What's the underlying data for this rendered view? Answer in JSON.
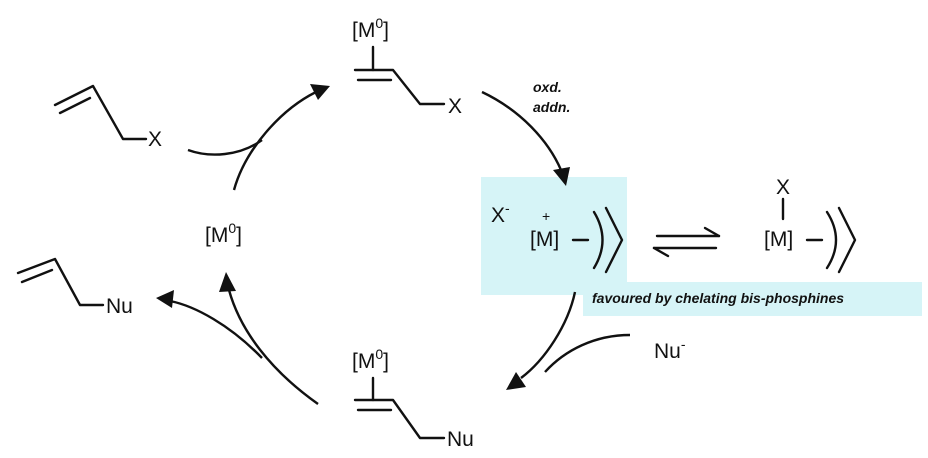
{
  "colors": {
    "highlight": "#d6f4f7",
    "ink": "#111111",
    "background": "#ffffff"
  },
  "catalyst": {
    "metal": "M",
    "oxidation_state": "0",
    "label": "[M",
    "superscript": "0",
    "close": "]"
  },
  "substrate": {
    "leaving_group": "X"
  },
  "complex": {
    "leaving_group": "X",
    "counterion": "X",
    "counterion_charge": "-",
    "metal_label": "[M]",
    "charge": "+",
    "neutral_metal_label": "[M]"
  },
  "steps": {
    "oxidative_addition_line1": "oxd.",
    "oxidative_addition_line2": "addn."
  },
  "nucleophile": {
    "label": "Nu",
    "charge": "-"
  },
  "product": {
    "nucleophile": "Nu"
  },
  "note": "favoured by chelating bis-phosphines"
}
